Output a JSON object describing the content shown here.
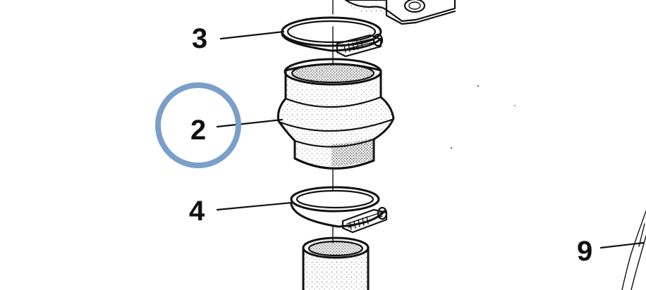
{
  "diagram": {
    "callouts": [
      {
        "id": "part-3",
        "label": "3"
      },
      {
        "id": "part-2",
        "label": "2"
      },
      {
        "id": "part-4",
        "label": "4"
      },
      {
        "id": "part-9",
        "label": "9"
      }
    ],
    "highlight_color": "#7a9fc9",
    "ink_color": "#111111"
  }
}
